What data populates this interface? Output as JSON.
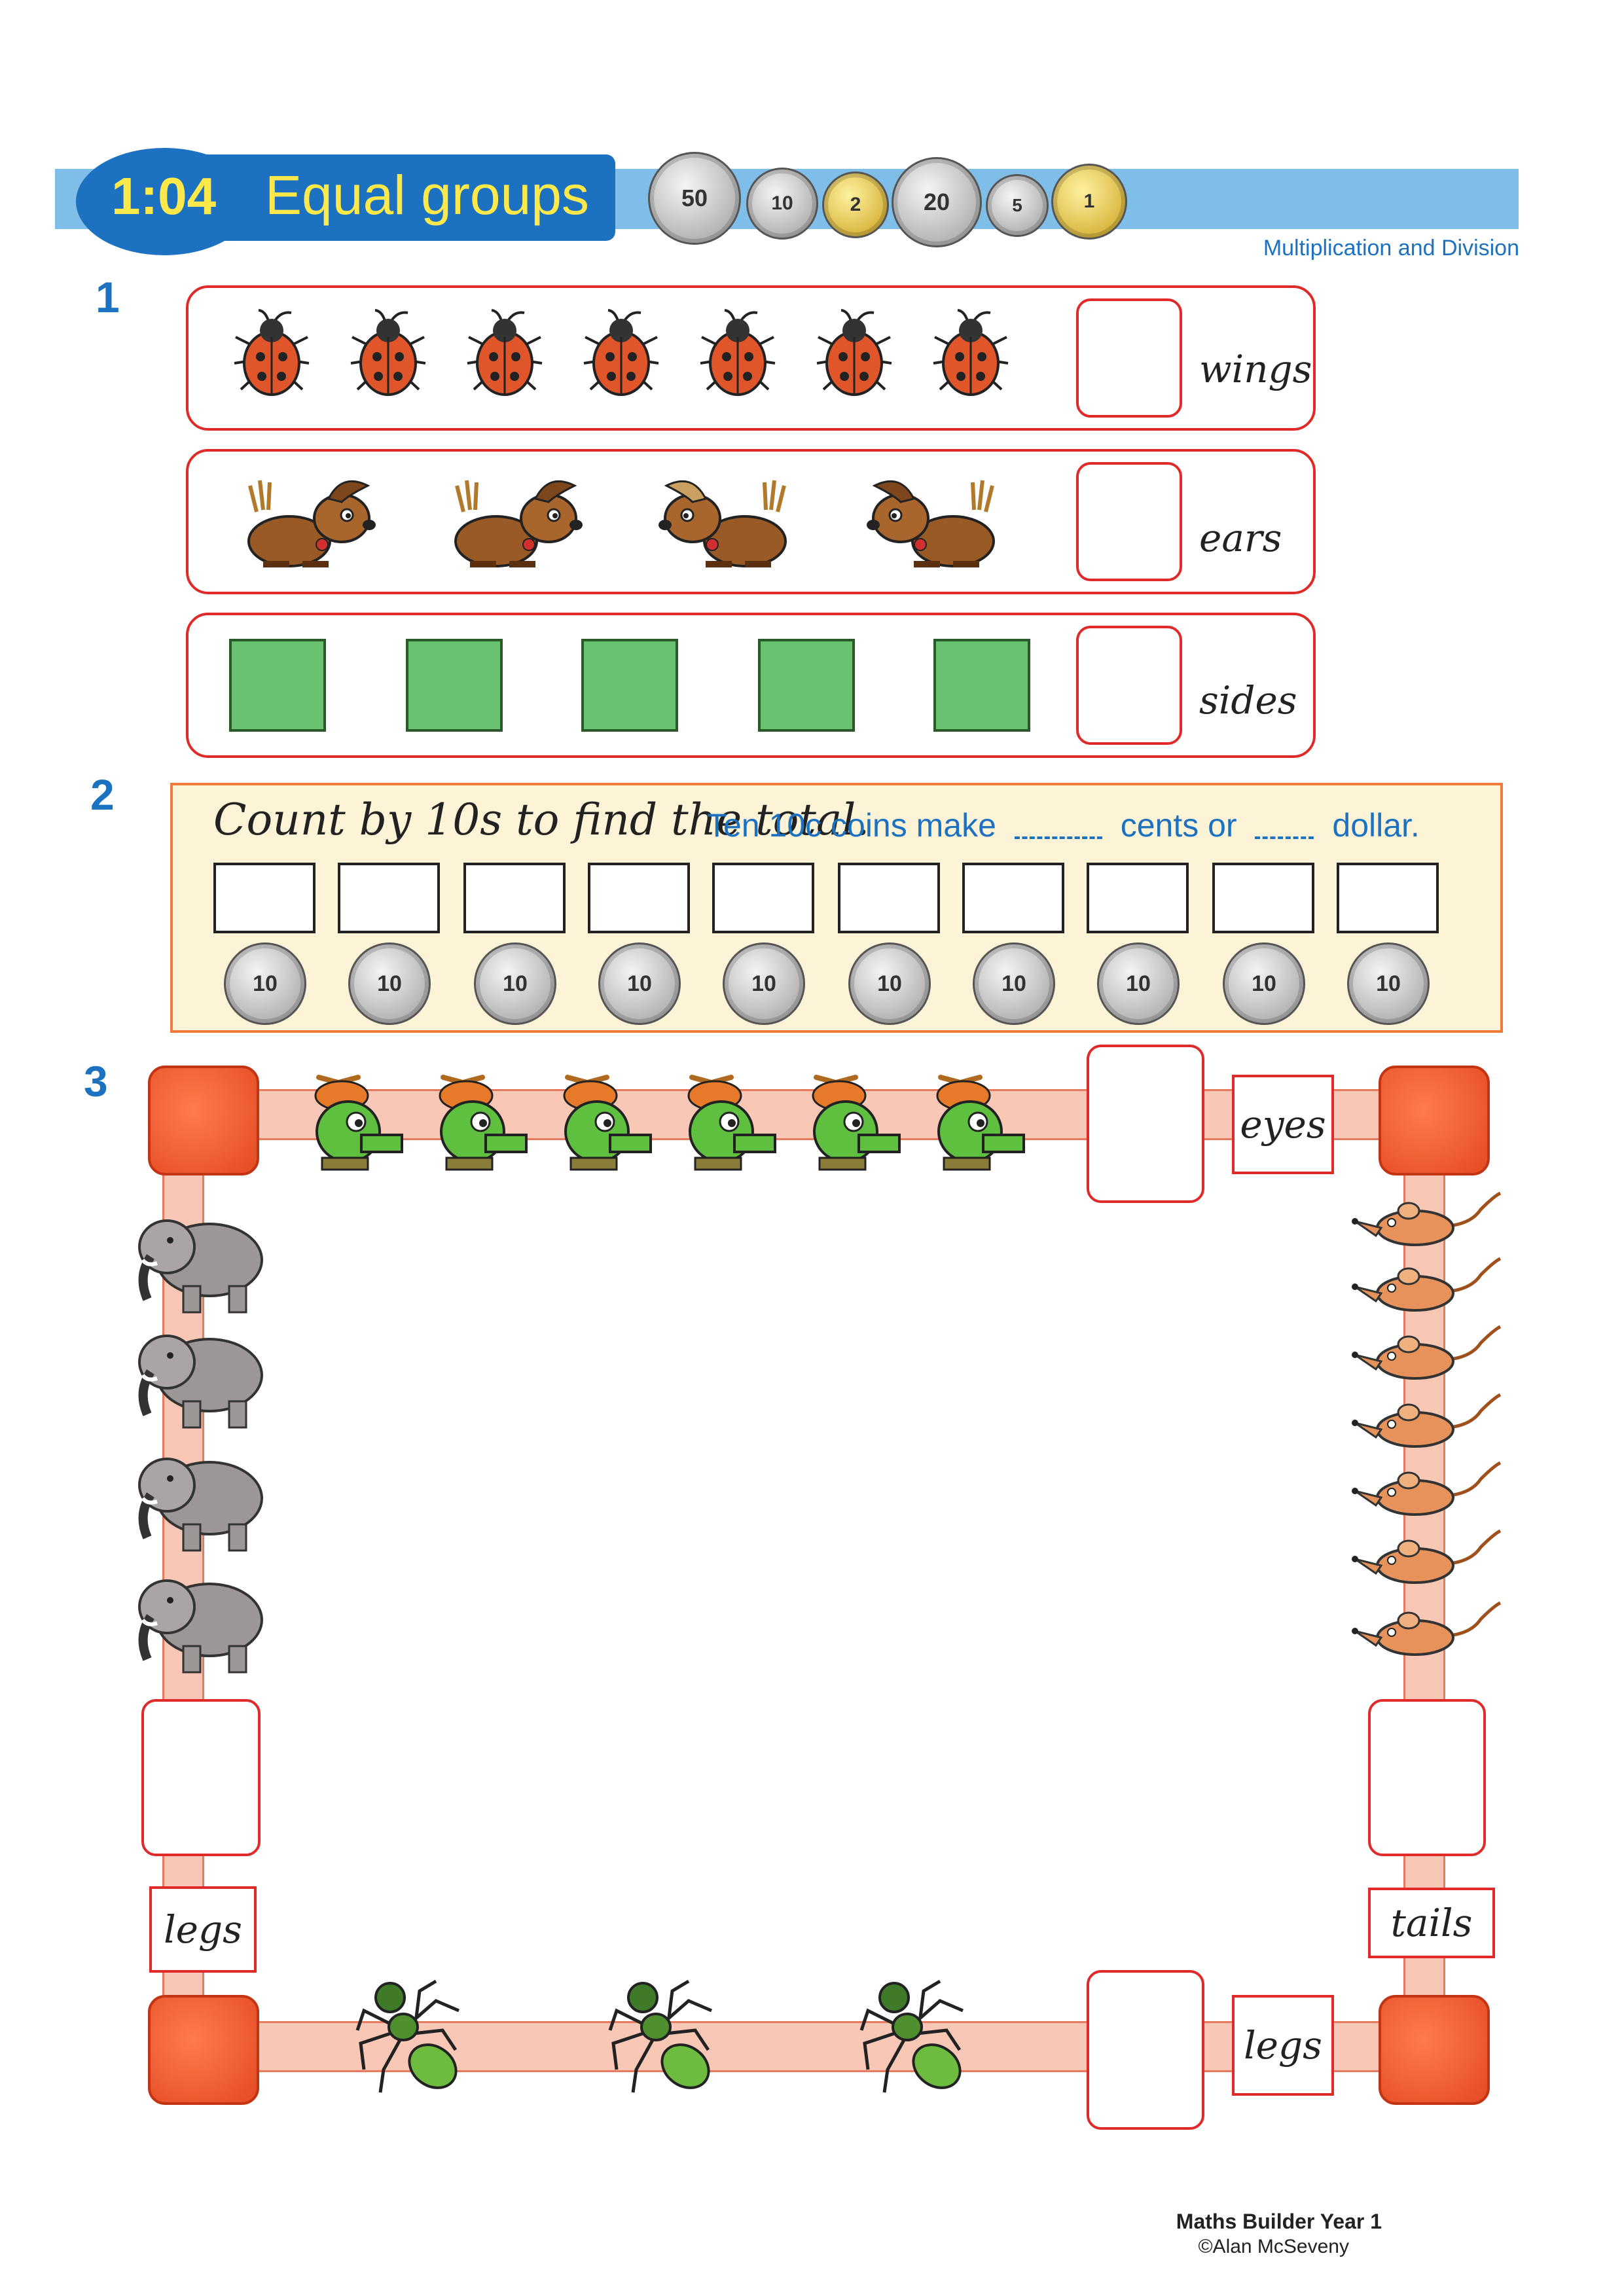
{
  "header": {
    "lesson_number": "1:04",
    "lesson_title": "Equal groups",
    "topic": "Multiplication and Division",
    "coin_labels": [
      "50",
      "10",
      "2",
      "20",
      "5",
      "1"
    ]
  },
  "questions": {
    "q1": {
      "number": "1",
      "rows": [
        {
          "icon": "ladybug-icon",
          "count": 7,
          "unit": "wings"
        },
        {
          "icon": "dog-icon",
          "count": 4,
          "unit": "ears"
        },
        {
          "icon": "square-icon",
          "count": 5,
          "unit": "sides"
        }
      ]
    },
    "q2": {
      "number": "2",
      "instruction": "Count by 10s to find the total.",
      "sentence_start": "Ten 10c coins make",
      "sentence_middle": "cents or",
      "sentence_end": "dollar.",
      "coin_label": "10",
      "coin_count": 10
    },
    "q3": {
      "number": "3",
      "groups": [
        {
          "icon": "crocodile-icon",
          "count": 6,
          "unit": "eyes"
        },
        {
          "icon": "elephant-icon",
          "count": 4,
          "unit": "legs"
        },
        {
          "icon": "mouse-icon",
          "count": 7,
          "unit": "tails"
        },
        {
          "icon": "ant-icon",
          "count": 3,
          "unit": "legs"
        }
      ]
    }
  },
  "footer": {
    "title": "Maths Builder Year 1",
    "credit": "©Alan McSeveny"
  },
  "colors": {
    "blue": "#1c72c0",
    "header_band": "#7fbee8",
    "title_text": "#ffe94a",
    "box_red": "#e02a2a",
    "square_green": "#69c26f",
    "panel_bg": "#fdf4d8",
    "panel_border": "#ef7a3a",
    "track": "#f9c7b5",
    "corner": "#ff7a4c"
  }
}
